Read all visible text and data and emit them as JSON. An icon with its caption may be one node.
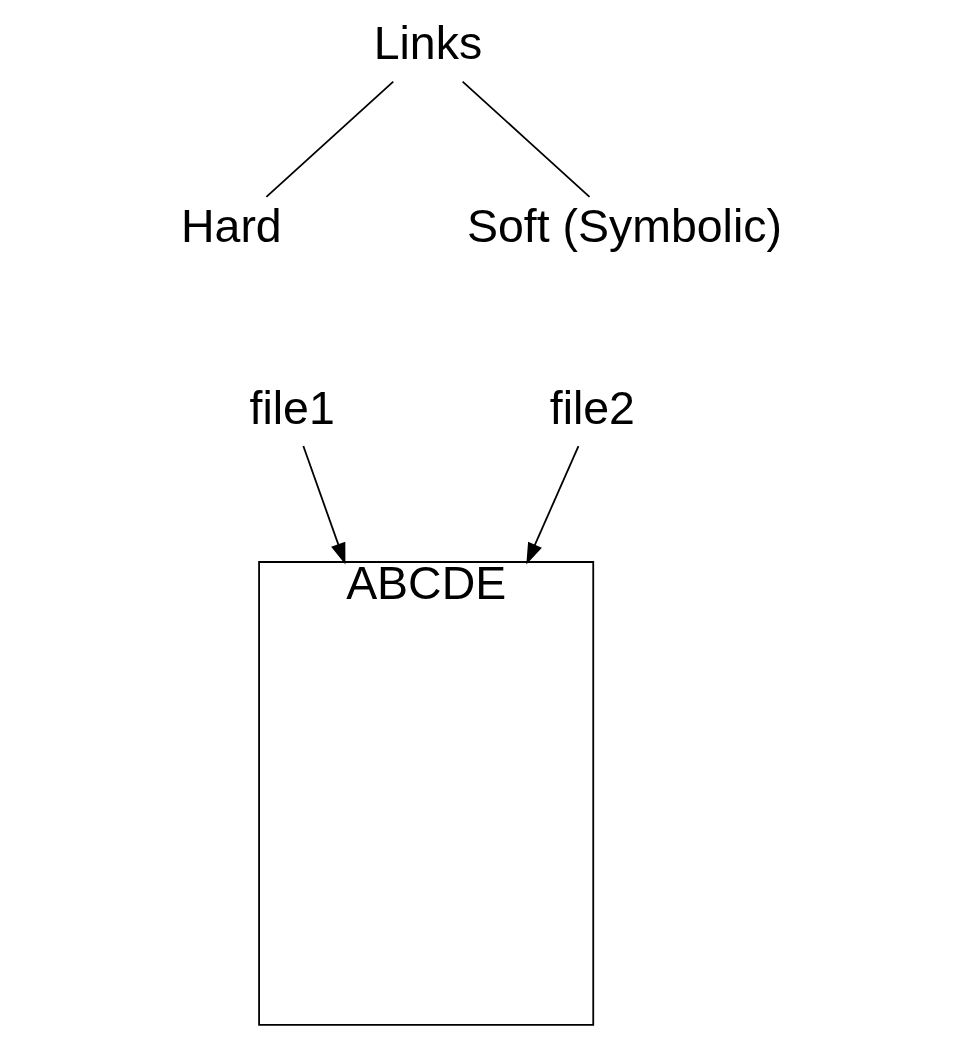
{
  "diagram": {
    "nodes": [
      {
        "text": [
          "Links"
        ]
      },
      {
        "text": [
          "Hard"
        ]
      },
      {
        "text": [
          "Soft (Symbolic)"
        ]
      },
      {
        "text": [
          "file1"
        ]
      },
      {
        "text": [
          "file2"
        ]
      },
      {
        "text": [
          "ABCDE"
        ]
      }
    ],
    "edges": [
      {
        "from": 0,
        "to": 1,
        "arrow": "none"
      },
      {
        "from": 0,
        "to": 2,
        "arrow": "none"
      },
      {
        "from": 3,
        "to": 5,
        "arrow": "to"
      },
      {
        "from": 4,
        "to": 5,
        "arrow": "to"
      }
    ]
  }
}
